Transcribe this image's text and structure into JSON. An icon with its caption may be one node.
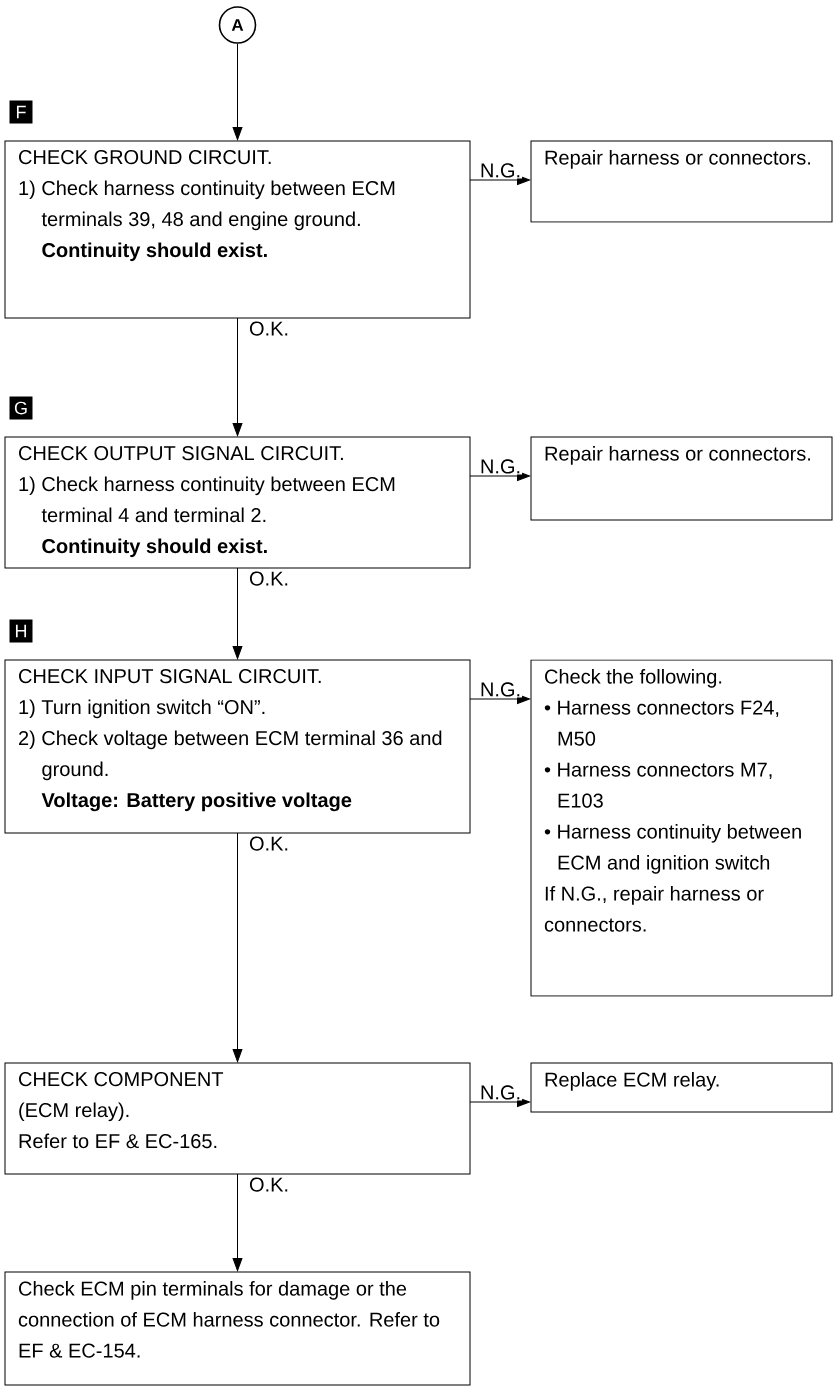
{
  "diagram": {
    "nodes": [
      {
        "text": [
          "A"
        ]
      },
      {
        "text": [
          "CHECK GROUND CIRCUIT.",
          "1) Check harness continuity between ECM terminals 39, 48 and engine ground.",
          "Continuity should exist."
        ],
        "beside": [
          "F"
        ]
      },
      {
        "text": [
          "Repair harness or connectors."
        ]
      },
      {
        "text": [
          "CHECK OUTPUT SIGNAL CIRCUIT.",
          "1) Check harness continuity between ECM terminal 4 and terminal 2.",
          "Continuity should exist."
        ],
        "beside": [
          "G"
        ]
      },
      {
        "text": [
          "Repair harness or connectors."
        ]
      },
      {
        "text": [
          "CHECK INPUT SIGNAL CIRCUIT.",
          "1) Turn ignition switch “ON”.",
          "2) Check voltage between ECM terminal 36 and ground.",
          "Voltage: Battery positive voltage"
        ],
        "beside": [
          "H"
        ]
      },
      {
        "text": [
          "Check the following.",
          "• Harness connectors F24, M50",
          "• Harness connectors M7, E103",
          "• Harness continuity between ECM and ignition switch",
          "If N.G., repair harness or connectors."
        ]
      },
      {
        "text": [
          "CHECK COMPONENT",
          "(ECM relay).",
          "Refer to EF & EC-165."
        ]
      },
      {
        "text": [
          "Replace ECM relay."
        ]
      },
      {
        "text": [
          "Check ECM pin terminals for damage or the connection of ECM harness connector. Refer to EF & EC-154."
        ]
      }
    ],
    "edges": [
      {
        "from": 0,
        "to": 1,
        "arrow": "to"
      },
      {
        "from": 1,
        "to": 2,
        "arrow": "to",
        "label": "N.G."
      },
      {
        "from": 1,
        "to": 3,
        "arrow": "to",
        "label": "O.K."
      },
      {
        "from": 3,
        "to": 4,
        "arrow": "to",
        "label": "N.G."
      },
      {
        "from": 3,
        "to": 5,
        "arrow": "to",
        "label": "O.K."
      },
      {
        "from": 5,
        "to": 6,
        "arrow": "to",
        "label": "N.G."
      },
      {
        "from": 5,
        "to": 7,
        "arrow": "to",
        "label": "O.K."
      },
      {
        "from": 7,
        "to": 8,
        "arrow": "to",
        "label": "N.G."
      },
      {
        "from": 7,
        "to": 9,
        "arrow": "to",
        "label": "O.K."
      }
    ]
  }
}
